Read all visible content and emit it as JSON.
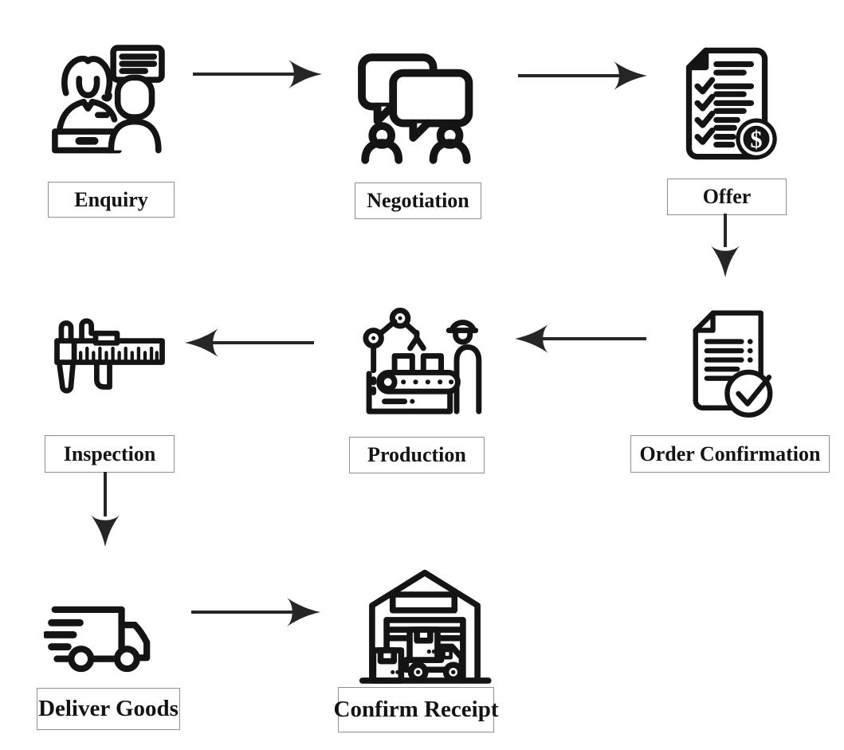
{
  "diagram": {
    "title": "Trade process flowchart",
    "background": "#ffffff",
    "icon_color": "#141414",
    "arrow_color": "#262626",
    "label_box_border": "#8f8f8f",
    "nodes": [
      {
        "label": "Enquiry",
        "icon": "customer-service-icon"
      },
      {
        "label": "Negotiation",
        "icon": "negotiation-chat-icon"
      },
      {
        "label": "Offer",
        "icon": "offer-document-dollar-icon"
      },
      {
        "label": "Order Confirmation",
        "icon": "order-confirmation-document-icon"
      },
      {
        "label": "Production",
        "icon": "production-line-icon"
      },
      {
        "label": "Inspection",
        "icon": "caliper-icon"
      },
      {
        "label": "Deliver Goods",
        "icon": "delivery-truck-icon"
      },
      {
        "label": "Confirm Receipt",
        "icon": "warehouse-icon"
      }
    ],
    "edges": [
      {
        "from": "Enquiry",
        "to": "Negotiation",
        "direction": "right"
      },
      {
        "from": "Negotiation",
        "to": "Offer",
        "direction": "right"
      },
      {
        "from": "Offer",
        "to": "Order Confirmation",
        "direction": "down"
      },
      {
        "from": "Order Confirmation",
        "to": "Production",
        "direction": "left"
      },
      {
        "from": "Production",
        "to": "Inspection",
        "direction": "left"
      },
      {
        "from": "Inspection",
        "to": "Deliver Goods",
        "direction": "down"
      },
      {
        "from": "Deliver Goods",
        "to": "Confirm Receipt",
        "direction": "right"
      }
    ]
  }
}
